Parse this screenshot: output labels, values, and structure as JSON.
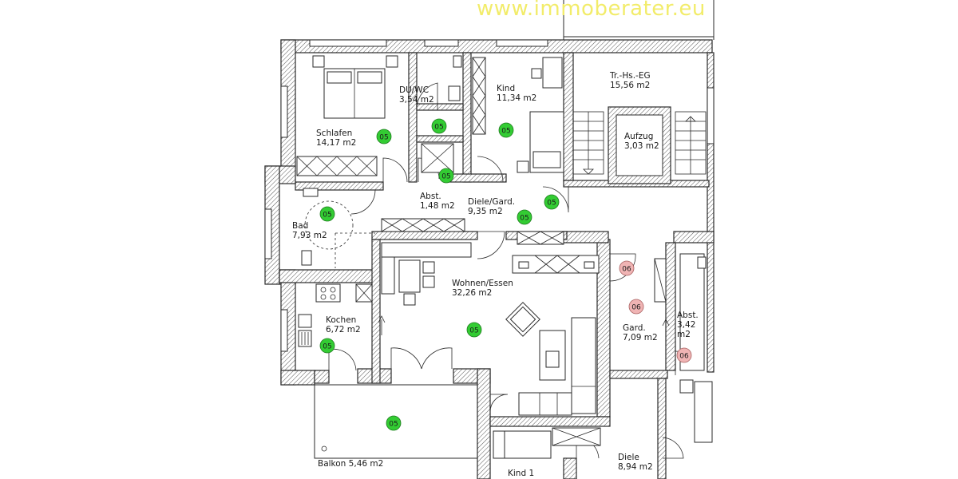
{
  "watermark": "www.immoberater.eu",
  "colors": {
    "apartment_marker": "#33cc33",
    "neighbor_marker": "#f0b4b4",
    "wall": "#2a2a2a",
    "watermark": "#f2ec6a"
  },
  "rooms": [
    {
      "id": "schlafen",
      "name": "Schlafen",
      "area": "14,17  m2"
    },
    {
      "id": "du-wc",
      "name": "DU/WC",
      "area": "3,54  m2"
    },
    {
      "id": "kind",
      "name": "Kind",
      "area": "11,34  m2"
    },
    {
      "id": "treppenhaus",
      "name": "Tr.-Hs.-EG",
      "area": "15,56  m2"
    },
    {
      "id": "aufzug",
      "name": "Aufzug",
      "area": "3,03  m2"
    },
    {
      "id": "abst",
      "name": "Abst.",
      "area": "1,48  m2"
    },
    {
      "id": "diele-gard",
      "name": "Diele/Gard.",
      "area": "9,35  m2"
    },
    {
      "id": "bad",
      "name": "Bad",
      "area": "7,93  m2"
    },
    {
      "id": "wohnen-essen",
      "name": "Wohnen/Essen",
      "area": "32,26  m2"
    },
    {
      "id": "kochen",
      "name": "Kochen",
      "area": "6,72  m2"
    },
    {
      "id": "gard",
      "name": "Gard.",
      "area": "7,09  m2"
    },
    {
      "id": "abst-2",
      "name": "Abst.",
      "area": "3,42",
      "area_unit": "m2"
    },
    {
      "id": "balkon",
      "name": "Balkon 5,46  m2"
    },
    {
      "id": "kind-1",
      "name": "Kind 1"
    },
    {
      "id": "diele-2",
      "name": "Diele",
      "area": "8,94  m2"
    }
  ],
  "markers": [
    {
      "label": "05",
      "type": "apartment"
    },
    {
      "label": "05",
      "type": "apartment"
    },
    {
      "label": "05",
      "type": "apartment"
    },
    {
      "label": "05",
      "type": "apartment"
    },
    {
      "label": "05",
      "type": "apartment"
    },
    {
      "label": "05",
      "type": "apartment"
    },
    {
      "label": "05",
      "type": "apartment"
    },
    {
      "label": "05",
      "type": "apartment"
    },
    {
      "label": "05",
      "type": "apartment"
    },
    {
      "label": "05",
      "type": "apartment"
    },
    {
      "label": "05",
      "type": "apartment"
    },
    {
      "label": "06",
      "type": "neighbor"
    },
    {
      "label": "06",
      "type": "neighbor"
    },
    {
      "label": "06",
      "type": "neighbor"
    }
  ]
}
